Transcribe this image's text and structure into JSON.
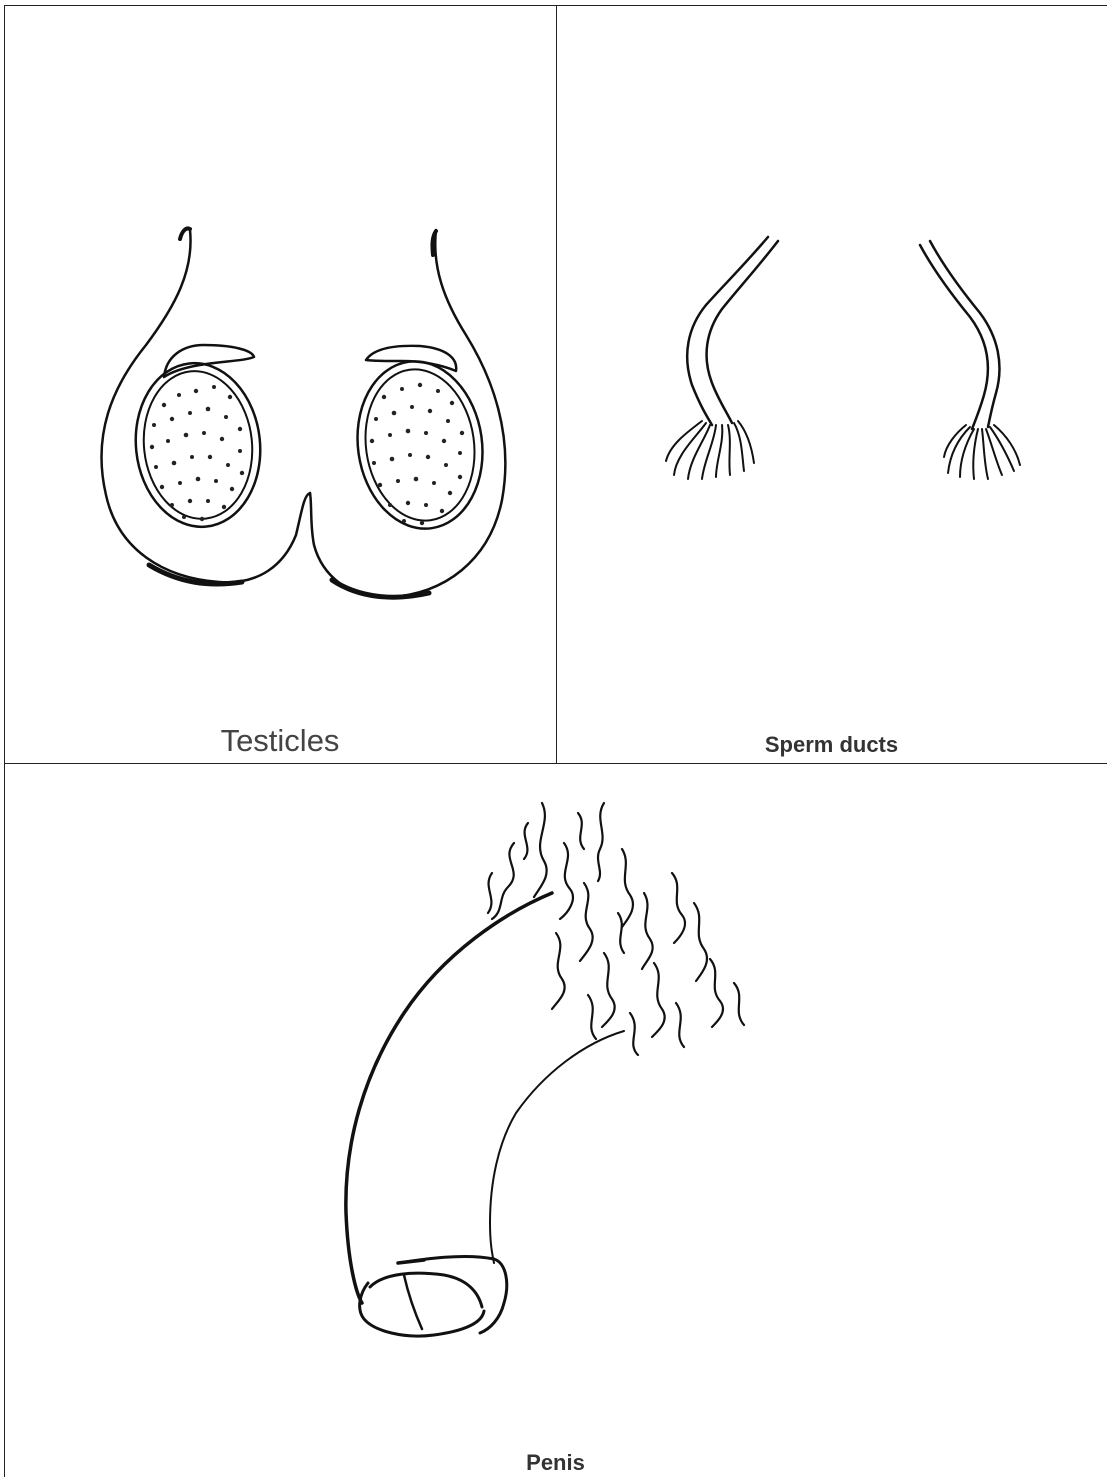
{
  "diagram": {
    "panels": [
      {
        "id": "testicles",
        "label": "Testicles",
        "icon": "testicles-illustration"
      },
      {
        "id": "sperm-ducts",
        "label": "Sperm ducts",
        "icon": "sperm-ducts-illustration"
      },
      {
        "id": "penis",
        "label": "Penis",
        "icon": "penis-illustration"
      }
    ]
  }
}
